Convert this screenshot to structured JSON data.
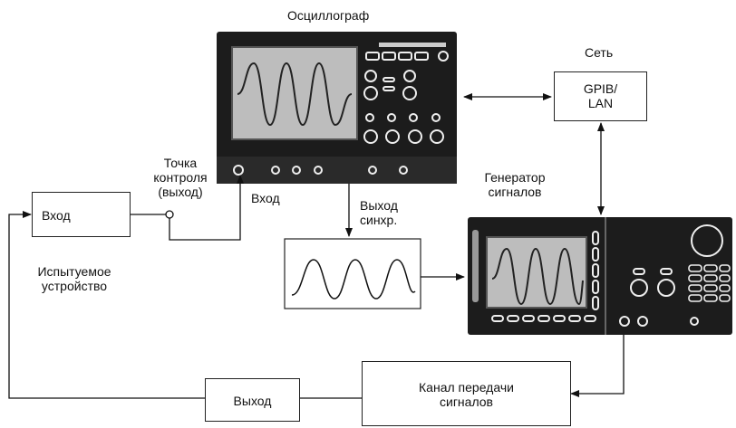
{
  "oscilloscope": {
    "title": "Осциллограф"
  },
  "network": {
    "title": "Сеть",
    "box_line1": "GPIB/",
    "box_line2": "LAN"
  },
  "generator": {
    "title_line1": "Генератор",
    "title_line2": "сигналов"
  },
  "test_point": {
    "line1": "Точка",
    "line2": "контроля",
    "line3": "(выход)"
  },
  "scope_input": {
    "label": "Вход"
  },
  "sync_output": {
    "line1": "Выход",
    "line2": "синхр."
  },
  "dut": {
    "input_label": "Вход",
    "name_line1": "Испытуемое",
    "name_line2": "устройство",
    "output_label": "Выход"
  },
  "channel": {
    "line1": "Канал передачи",
    "line2": "сигналов"
  },
  "colors": {
    "line": "#111111",
    "device_body": "#1c1c1c",
    "screen": "#bdbdbd",
    "trace": "#222222"
  }
}
